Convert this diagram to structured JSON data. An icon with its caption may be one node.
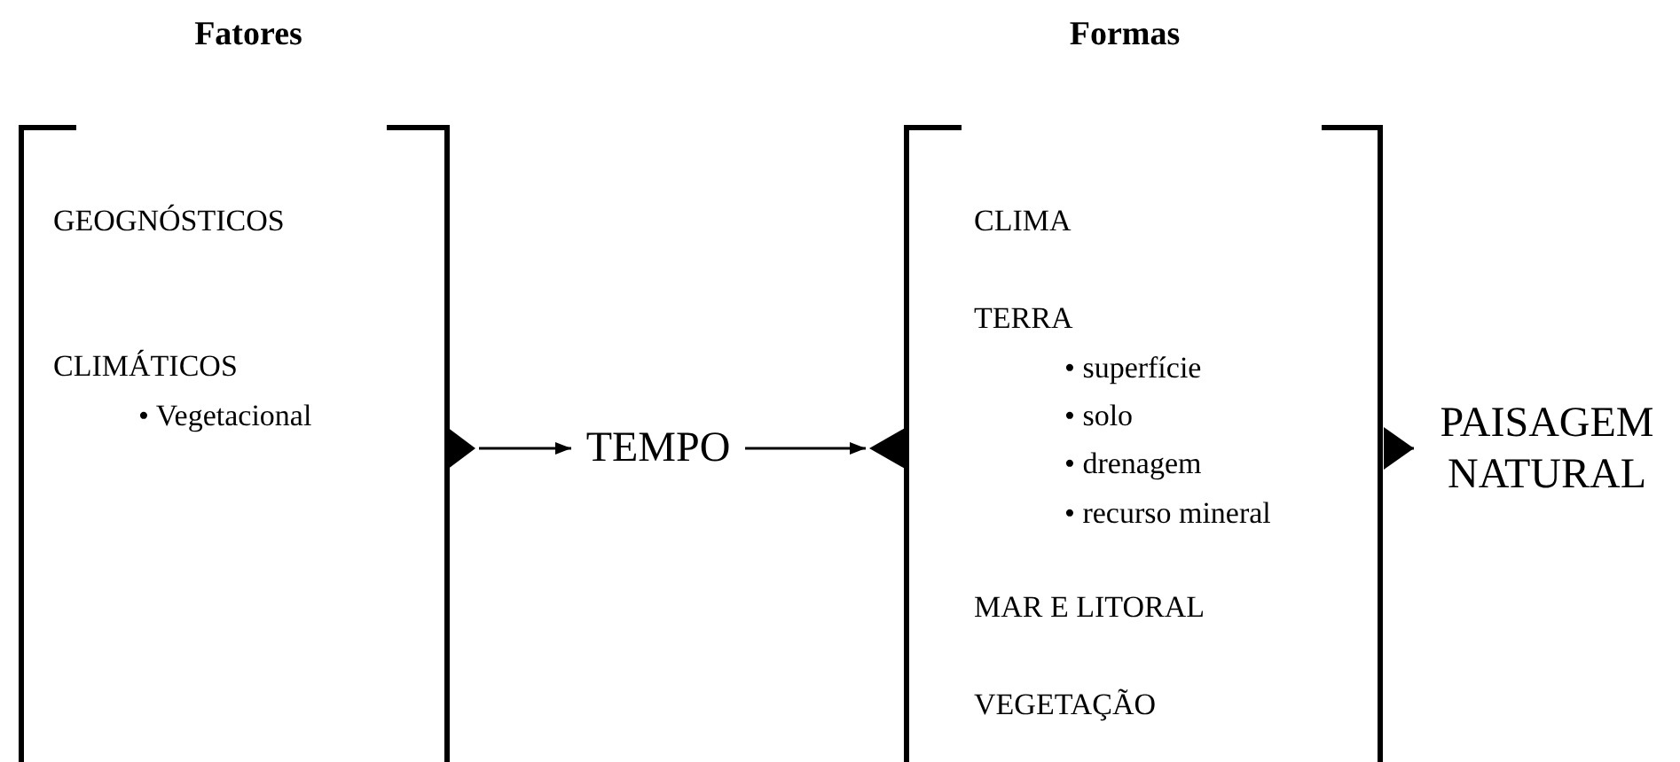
{
  "diagram": {
    "nodes": [
      {
        "text": [
          "Fatores",
          "GEOGNÓSTICOS",
          "CLIMÁTICOS",
          "• Vegetacional"
        ]
      },
      {
        "text": [
          "TEMPO"
        ]
      },
      {
        "text": [
          "Formas",
          "CLIMA",
          "TERRA",
          "• superfície",
          "• solo",
          "• drenagem",
          "• recurso mineral",
          "MAR E LITORAL",
          "VEGETAÇÃO"
        ]
      },
      {
        "text": [
          "PAISAGEM NATURAL"
        ]
      }
    ],
    "edges": [
      {
        "from": 0,
        "to": 1,
        "arrow": "to"
      },
      {
        "from": 1,
        "to": 2,
        "arrow": "to"
      },
      {
        "from": 2,
        "to": 3,
        "arrow": "to"
      }
    ]
  }
}
